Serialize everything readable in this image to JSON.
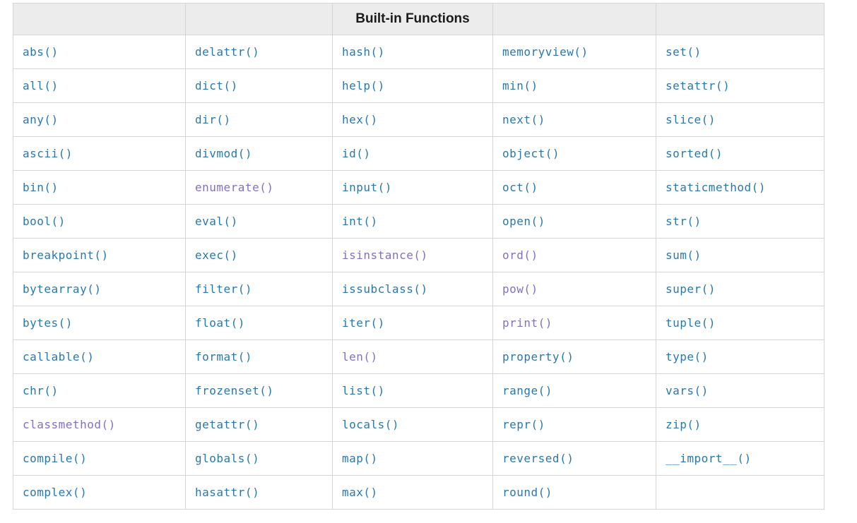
{
  "table": {
    "header": {
      "title": "Built-in Functions"
    },
    "colors": {
      "link_blue": "#2878b0",
      "link_visited_purple": "#7e72c8",
      "border": "#d6d6d6",
      "header_bg": "#ececec",
      "header_text": "#1b1b1b"
    },
    "rows": [
      [
        {
          "label": "abs()",
          "visited": false
        },
        {
          "label": "delattr()",
          "visited": false
        },
        {
          "label": "hash()",
          "visited": false
        },
        {
          "label": "memoryview()",
          "visited": false
        },
        {
          "label": "set()",
          "visited": false
        }
      ],
      [
        {
          "label": "all()",
          "visited": false
        },
        {
          "label": "dict()",
          "visited": false
        },
        {
          "label": "help()",
          "visited": false
        },
        {
          "label": "min()",
          "visited": false
        },
        {
          "label": "setattr()",
          "visited": false
        }
      ],
      [
        {
          "label": "any()",
          "visited": false
        },
        {
          "label": "dir()",
          "visited": false
        },
        {
          "label": "hex()",
          "visited": false
        },
        {
          "label": "next()",
          "visited": false
        },
        {
          "label": "slice()",
          "visited": false
        }
      ],
      [
        {
          "label": "ascii()",
          "visited": false
        },
        {
          "label": "divmod()",
          "visited": false
        },
        {
          "label": "id()",
          "visited": false
        },
        {
          "label": "object()",
          "visited": false
        },
        {
          "label": "sorted()",
          "visited": false
        }
      ],
      [
        {
          "label": "bin()",
          "visited": false
        },
        {
          "label": "enumerate()",
          "visited": true
        },
        {
          "label": "input()",
          "visited": false
        },
        {
          "label": "oct()",
          "visited": false
        },
        {
          "label": "staticmethod()",
          "visited": false
        }
      ],
      [
        {
          "label": "bool()",
          "visited": false
        },
        {
          "label": "eval()",
          "visited": false
        },
        {
          "label": "int()",
          "visited": false
        },
        {
          "label": "open()",
          "visited": false
        },
        {
          "label": "str()",
          "visited": false
        }
      ],
      [
        {
          "label": "breakpoint()",
          "visited": false
        },
        {
          "label": "exec()",
          "visited": false
        },
        {
          "label": "isinstance()",
          "visited": true
        },
        {
          "label": "ord()",
          "visited": true
        },
        {
          "label": "sum()",
          "visited": false
        }
      ],
      [
        {
          "label": "bytearray()",
          "visited": false
        },
        {
          "label": "filter()",
          "visited": false
        },
        {
          "label": "issubclass()",
          "visited": false
        },
        {
          "label": "pow()",
          "visited": true
        },
        {
          "label": "super()",
          "visited": false
        }
      ],
      [
        {
          "label": "bytes()",
          "visited": false
        },
        {
          "label": "float()",
          "visited": false
        },
        {
          "label": "iter()",
          "visited": false
        },
        {
          "label": "print()",
          "visited": true
        },
        {
          "label": "tuple()",
          "visited": false
        }
      ],
      [
        {
          "label": "callable()",
          "visited": false
        },
        {
          "label": "format()",
          "visited": false
        },
        {
          "label": "len()",
          "visited": true
        },
        {
          "label": "property()",
          "visited": false
        },
        {
          "label": "type()",
          "visited": false
        }
      ],
      [
        {
          "label": "chr()",
          "visited": false
        },
        {
          "label": "frozenset()",
          "visited": false
        },
        {
          "label": "list()",
          "visited": false
        },
        {
          "label": "range()",
          "visited": false
        },
        {
          "label": "vars()",
          "visited": false
        }
      ],
      [
        {
          "label": "classmethod()",
          "visited": true
        },
        {
          "label": "getattr()",
          "visited": false
        },
        {
          "label": "locals()",
          "visited": false
        },
        {
          "label": "repr()",
          "visited": false
        },
        {
          "label": "zip()",
          "visited": false
        }
      ],
      [
        {
          "label": "compile()",
          "visited": false
        },
        {
          "label": "globals()",
          "visited": false
        },
        {
          "label": "map()",
          "visited": false
        },
        {
          "label": "reversed()",
          "visited": false
        },
        {
          "label": "__import__()",
          "visited": false
        }
      ],
      [
        {
          "label": "complex()",
          "visited": false
        },
        {
          "label": "hasattr()",
          "visited": false
        },
        {
          "label": "max()",
          "visited": false
        },
        {
          "label": "round()",
          "visited": false
        },
        null
      ]
    ]
  }
}
